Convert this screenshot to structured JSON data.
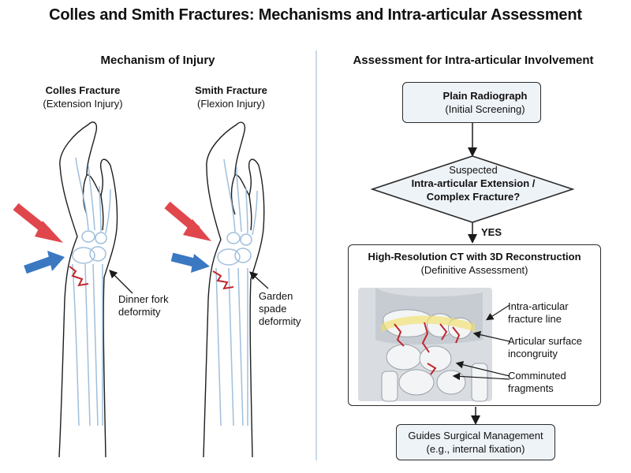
{
  "title": "Colles and Smith Fractures: Mechanisms and Intra-articular Assessment",
  "left": {
    "heading": "Mechanism of Injury",
    "colles": {
      "name": "Colles Fracture",
      "sub": "(Extension Injury)",
      "note_line1": "Dinner fork",
      "note_line2": "deformity"
    },
    "smith": {
      "name": "Smith Fracture",
      "sub": "(Flexion Injury)",
      "note_line1": "Garden",
      "note_line2": "spade",
      "note_line3": "deformity"
    }
  },
  "right": {
    "heading": "Assessment for Intra-articular Involvement",
    "radiograph": {
      "title": "Plain Radiograph",
      "sub": "(Initial Screening)"
    },
    "decision": {
      "line1": "Suspected",
      "line2": "Intra-articular Extension /",
      "line3": "Complex Fracture?"
    },
    "yes_label": "YES",
    "ct": {
      "title": "High-Resolution CT with 3D Reconstruction",
      "sub": "(Definitive Assessment)",
      "label_fracture_line1": "Intra-articular",
      "label_fracture_line2": "fracture line",
      "label_surface_line1": "Articular surface",
      "label_surface_line2": "incongruity",
      "label_fragments_line1": "Comminuted",
      "label_fragments_line2": "fragments"
    },
    "outcome": {
      "line1": "Guides Surgical Management",
      "line2": "(e.g., internal fixation)"
    }
  },
  "colors": {
    "arrow_red": "#e0474c",
    "arrow_blue": "#3b78c2",
    "fracture_red": "#c0272d",
    "bone_blue": "#9fbfdc",
    "highlight_yellow": "#f1e06a",
    "box_fill": "#eef3f8"
  }
}
